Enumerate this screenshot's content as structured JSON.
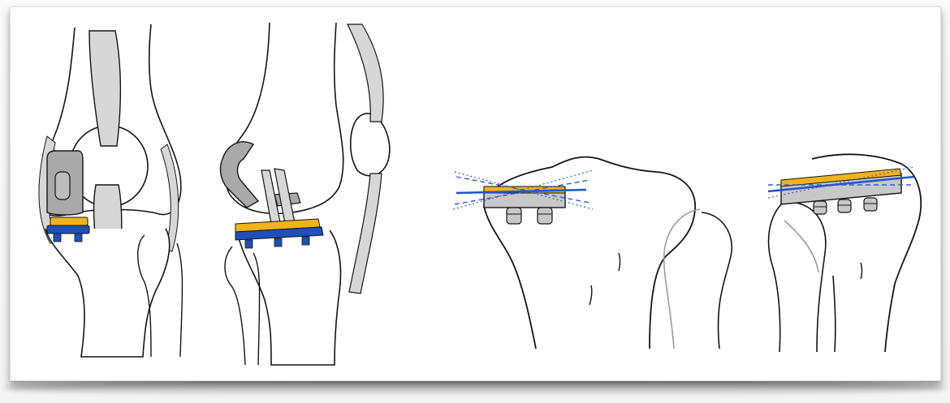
{
  "figure": {
    "panels": [
      {
        "id": "frontal-knee-view"
      },
      {
        "id": "lateral-knee-view"
      },
      {
        "id": "tibial-plateau-medial-tilt"
      },
      {
        "id": "tibial-plateau-lateral-tilt"
      }
    ],
    "colors": {
      "outline": "#141414",
      "soft_tissue": "#d7d7d7",
      "bone_fill": "#ffffff",
      "femoral_component": "#a9a9a9",
      "bearing_insert": "#f1b31c",
      "tibial_tray": "#1f4fb8",
      "alignment_line": "#1f55c8",
      "dashed_reference": "#2c5fd0"
    }
  }
}
